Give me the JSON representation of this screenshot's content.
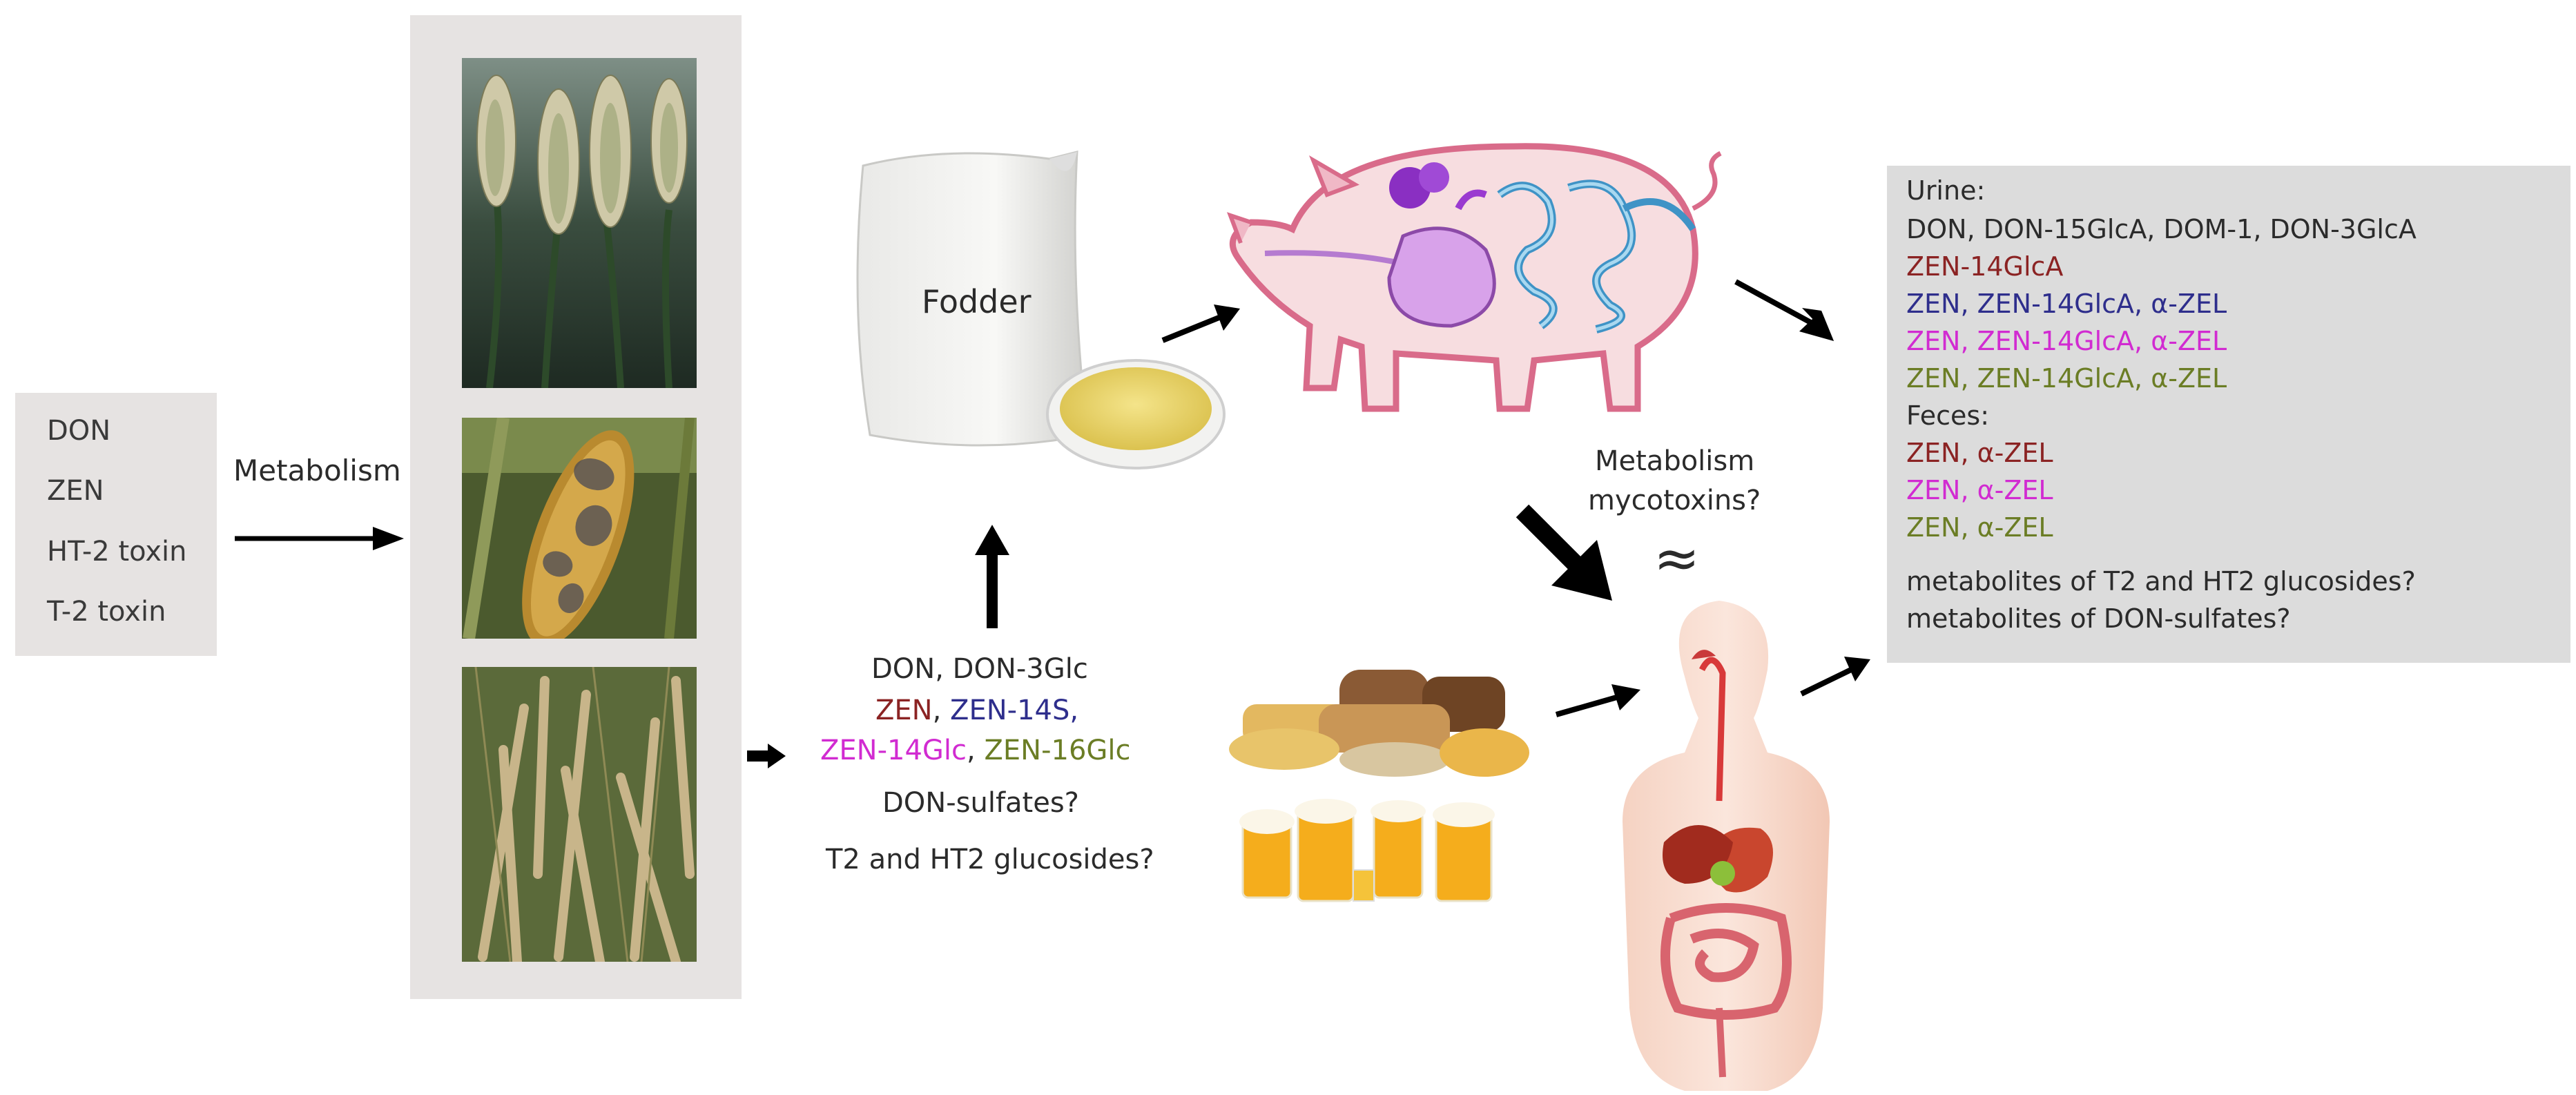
{
  "colors": {
    "panel_bg": "#e6e3e2",
    "result_bg": "#dcdcdc",
    "zen_red": "#8b2323",
    "zen_blue": "#2e2e8c",
    "zen_magenta": "#d12bd1",
    "zen_olive": "#6b7d25",
    "arrow": "#000000"
  },
  "toxins": [
    "DON",
    "ZEN",
    "HT-2 toxin",
    "T-2 toxin"
  ],
  "metabolism_label": "Metabolism",
  "fodder_label": "Fodder",
  "plant_metabolites": {
    "line1": "DON, DON-3Glc",
    "line2": [
      {
        "text": "ZEN",
        "color": "red"
      },
      {
        "text": ", ",
        "color": "dark"
      },
      {
        "text": "ZEN-14S,",
        "color": "blue"
      }
    ],
    "line3": [
      {
        "text": "ZEN-14Glc",
        "color": "magenta"
      },
      {
        "text": ", ",
        "color": "dark"
      },
      {
        "text": "ZEN-16Glc",
        "color": "olive"
      }
    ],
    "line4": "DON-sulfates?",
    "line5": "T2 and HT2 glucosides?"
  },
  "metabolism_question": {
    "line1": "Metabolism",
    "line2": "mycotoxins?"
  },
  "approx_symbol": "≈",
  "results": {
    "urine_title": "Urine:",
    "urine_lines": [
      [
        {
          "text": "DON, DON-15GlcA, DOM-1, DON-3GlcA",
          "color": "dark"
        }
      ],
      [
        {
          "text": "ZEN-14GlcA",
          "color": "red"
        }
      ],
      [
        {
          "text": "ZEN, ZEN-14GlcA, α-ZEL",
          "color": "blue"
        }
      ],
      [
        {
          "text": "ZEN, ZEN-14GlcA, α-ZEL",
          "color": "magenta"
        }
      ],
      [
        {
          "text": "ZEN, ZEN-14GlcA, α-ZEL",
          "color": "olive"
        }
      ]
    ],
    "feces_title": "Feces:",
    "feces_lines": [
      [
        {
          "text": "ZEN, α-ZEL",
          "color": "red"
        }
      ],
      [
        {
          "text": "ZEN, α-ZEL",
          "color": "magenta"
        }
      ],
      [
        {
          "text": "ZEN, α-ZEL",
          "color": "olive"
        }
      ]
    ],
    "question1": "metabolites of T2 and HT2 glucosides?",
    "question2": "metabolites of DON-sulfates?"
  }
}
